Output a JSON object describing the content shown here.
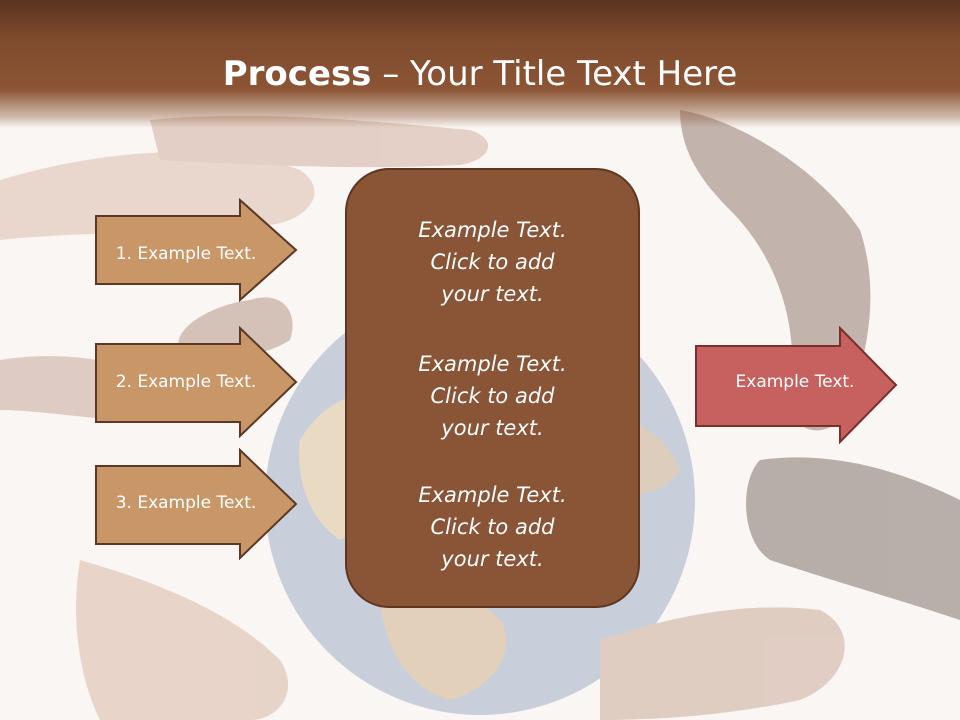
{
  "slide": {
    "title_bold": "Process",
    "title_rest": " – Your Title Text Here"
  },
  "left_arrows": [
    {
      "label": "1. Example Text."
    },
    {
      "label": "2. Example Text."
    },
    {
      "label": "3. Example Text."
    }
  ],
  "center_box": {
    "blocks": [
      {
        "line1": "Example Text.",
        "line2": "Click  to add",
        "line3": "your text."
      },
      {
        "line1": "Example Text.",
        "line2": "Click  to add",
        "line3": "your text."
      },
      {
        "line1": "Example Text.",
        "line2": "Click  to add",
        "line3": "your text."
      }
    ]
  },
  "right_arrow": {
    "label": "Example Text."
  },
  "colors": {
    "header": "#7e4a2d",
    "left_arrow_fill": "#c99767",
    "center_box_fill": "#8a5436",
    "right_arrow_fill": "#c6615f"
  },
  "icons": [
    "hands-around-globe-illustration"
  ]
}
